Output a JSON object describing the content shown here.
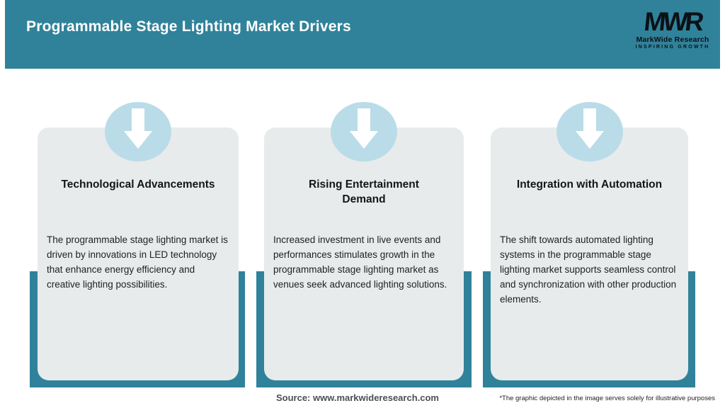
{
  "header": {
    "title": "Programmable Stage Lighting Market Drivers",
    "logo": {
      "monogram": "MWR",
      "name": "MarkWide Research",
      "tagline": "INSPIRING GROWTH"
    }
  },
  "cards": [
    {
      "title": "Technological Advancements",
      "body": "The programmable stage lighting market is driven by innovations in LED technology that enhance energy efficiency and creative lighting possibilities.",
      "icon": "down-arrow-icon"
    },
    {
      "title": "Rising Entertainment\nDemand",
      "body": "Increased investment in live events and performances stimulates growth in the programmable stage lighting market as venues seek advanced lighting solutions.",
      "icon": "down-arrow-icon"
    },
    {
      "title": "Integration with Automation",
      "body": "The shift towards automated lighting systems in the programmable stage lighting market supports seamless control and synchronization with other production elements.",
      "icon": "down-arrow-icon"
    }
  ],
  "footer": {
    "source": "Source: www.markwideresearch.com",
    "disclaimer": "*The graphic depicted in the image serves solely for illustrative purposes"
  },
  "colors": {
    "teal": "#30829a",
    "card_background": "#e8ebec",
    "circle_blue": "#b9dce8",
    "title_text": "#151515",
    "body_text": "#1f1f1f",
    "header_text": "#ffffff",
    "logo_text": "#0c1117"
  }
}
